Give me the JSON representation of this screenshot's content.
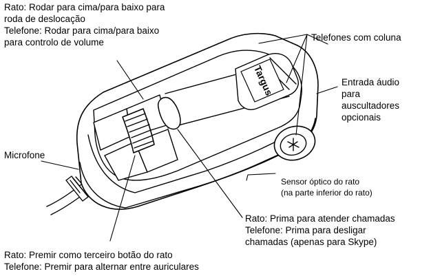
{
  "logo_text": "Targus",
  "labels": {
    "scroll": [
      "Rato: Rodar para cima/para baixo para",
      "roda de deslocação",
      "Telefone: Rodar para cima/para baixo",
      "para controlo de volume"
    ],
    "speakers": [
      "Telefones com coluna"
    ],
    "audio_in": [
      "Entrada áudio",
      "para",
      "auscultadores",
      "opcionais"
    ],
    "microphone": [
      "Microfone"
    ],
    "sensor": [
      "Sensor óptico do rato",
      "(na parte inferior do rato)"
    ],
    "call_button": [
      "Rato: Prima para atender chamadas",
      "Telefone: Prima para desligar",
      "chamadas (apenas para Skype)"
    ],
    "middle_button": [
      "Rato: Premir como terceiro botão do rato",
      "Telefone: Premir para alternar entre auriculares"
    ]
  }
}
